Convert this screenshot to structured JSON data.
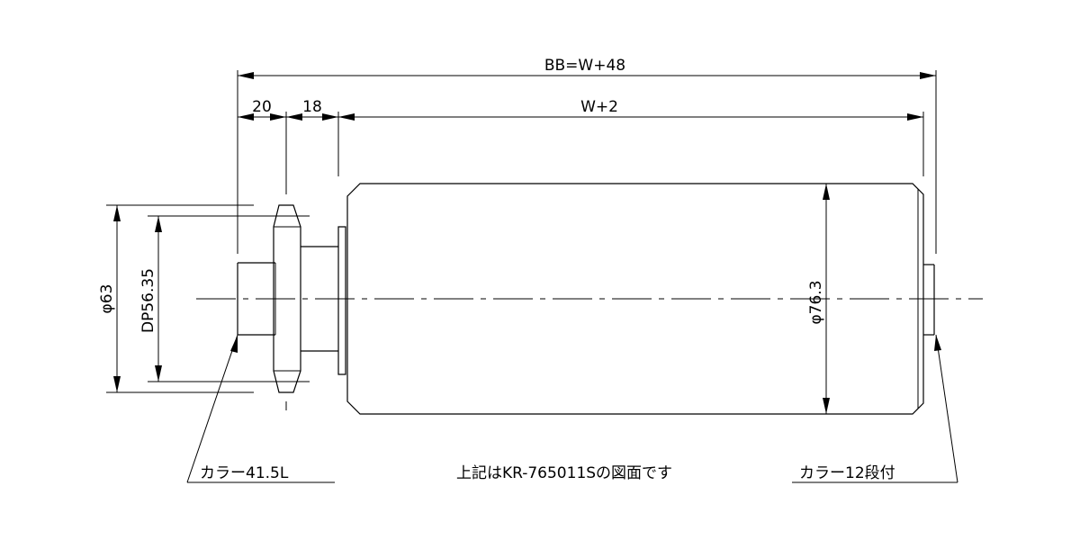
{
  "dimensions": {
    "overall_length": "BB=W+48",
    "shaft_length": "20",
    "boss_length": "18",
    "tube_length": "W+2",
    "flange_diameter": "φ63",
    "sprocket_pitch_diameter": "DP56.35",
    "tube_diameter": "φ76.3"
  },
  "callouts": {
    "left_collar": "カラー41.5L",
    "right_collar": "カラー12段付"
  },
  "note": "上記はKR-765011Sの図面です"
}
